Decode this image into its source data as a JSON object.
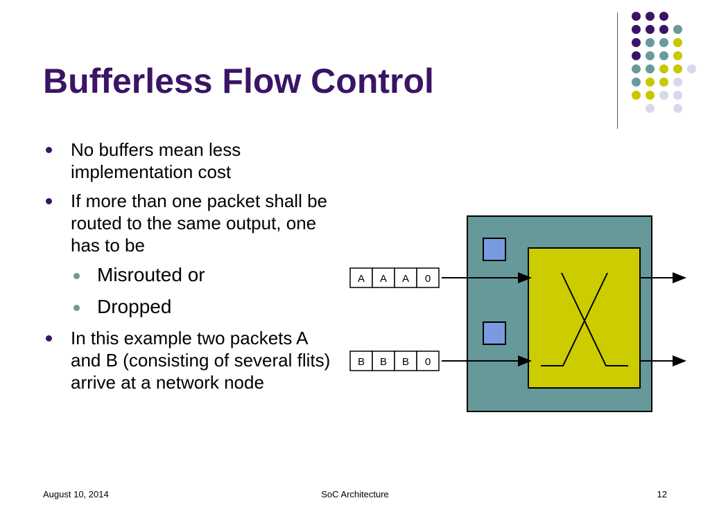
{
  "slide": {
    "title": "Bufferless Flow Control",
    "bullets": [
      {
        "level": 1,
        "text": "No buffers mean less implementation cost"
      },
      {
        "level": 1,
        "text": "If more than one packet shall be routed to the same output, one has to be"
      },
      {
        "level": 2,
        "text": "Misrouted or"
      },
      {
        "level": 2,
        "text": "Dropped"
      },
      {
        "level": 1,
        "text": "In this example two packets A and B (consisting of several flits) arrive at a network node"
      }
    ],
    "colors": {
      "title": "#3a1466",
      "purple": "#3a1466",
      "teal": "#6a9a9a",
      "yellow": "#c8c800",
      "lavender": "#d8d8ec",
      "node": "#669999",
      "switch": "#cccc00",
      "buffer": "#7a9ae0"
    }
  },
  "diagram": {
    "packet_a": [
      "A",
      "A",
      "A",
      "0"
    ],
    "packet_b": [
      "B",
      "B",
      "B",
      "0"
    ]
  },
  "footer": {
    "date": "August 10, 2014",
    "center": "SoC Architecture",
    "page": "12"
  }
}
